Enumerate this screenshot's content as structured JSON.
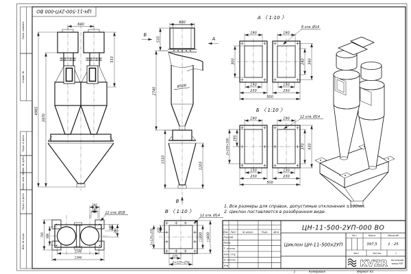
{
  "frame": {
    "stamp": "ЦН-11-500-2УП-000 ВО",
    "margins": {
      "perv": "Перв. примен.",
      "sprav": "Справ. №",
      "podp1": "Подп. и дата",
      "inv_dubl": "Инв. № дубл.",
      "vzam": "Взам. инв. №",
      "podp2": "Подп. и дата",
      "inv_podl": "Инв. № подл."
    },
    "zone": "1",
    "copied": "Копировал",
    "format": "Формат А3"
  },
  "front": {
    "w640": "640",
    "h533": "533",
    "h4985": "4985",
    "h3970": "3970"
  },
  "side": {
    "lbl_b": "Б",
    "lbl_a": "А",
    "lbl_v": "В",
    "w600": "600",
    "h535": "535",
    "d508": "Ø508",
    "h2740": "2740",
    "h1510": "1510",
    "h1205": "1205"
  },
  "secA": {
    "title": "А 〈 1:10 〉",
    "callout": "8 отв. Ø14",
    "d190": "190",
    "d300": "300",
    "d240": "240",
    "d340": "340",
    "d130": "130",
    "d230": "230",
    "d500": "500"
  },
  "secB": {
    "title": "Б 〈 1:10 〉",
    "callout": "12 отв. Ø14",
    "d190": "190",
    "d195": "195",
    "d390": "2×195=390",
    "d370": "370",
    "d430": "430",
    "d130": "130",
    "d230": "230",
    "d500": "500"
  },
  "viewV": {
    "title": "В 〈 1:10 〉",
    "callout": "12 отв. Ø14",
    "d125": "125",
    "d250": "2×125=250",
    "sq300": "□300",
    "sq400": "□400"
  },
  "bottom": {
    "callout": "12 отв. Ø18",
    "d200": "200",
    "d140": "140",
    "d280": "280",
    "d706": "706",
    "d506": "506",
    "d1146": "1146",
    "d1346": "1346"
  },
  "notes": {
    "n1": "1. Все размеры для справок, допустимые отклонения ±100мм.",
    "n2": "2. Циклон поставляется в разобранном виде."
  },
  "tb": {
    "doc": "ЦН-11-500-2УП-000 ВО",
    "name": "Циклон ЦН-11-500х2УП",
    "lit": "Лит.",
    "massa": "Масса",
    "masshtab": "Масштаб",
    "mass_v": "397,5",
    "scale_v": "1 : 25",
    "list": "Лист",
    "listov": "Листов",
    "listov_v": "1",
    "izm": "Изм.",
    "list2": "Лист",
    "ndok": "№ докум.",
    "podp": "Подп.",
    "date": "Дата",
    "r1": "Разраб.",
    "r2": "Пров.",
    "r3": "Т. контр.",
    "r4": "Нач. отд.",
    "r5": "Н. контр.",
    "r6": "Утв.",
    "logo": "KVZR",
    "logo_sub1": "Котельный",
    "logo_sub2": "завод РЭП"
  }
}
